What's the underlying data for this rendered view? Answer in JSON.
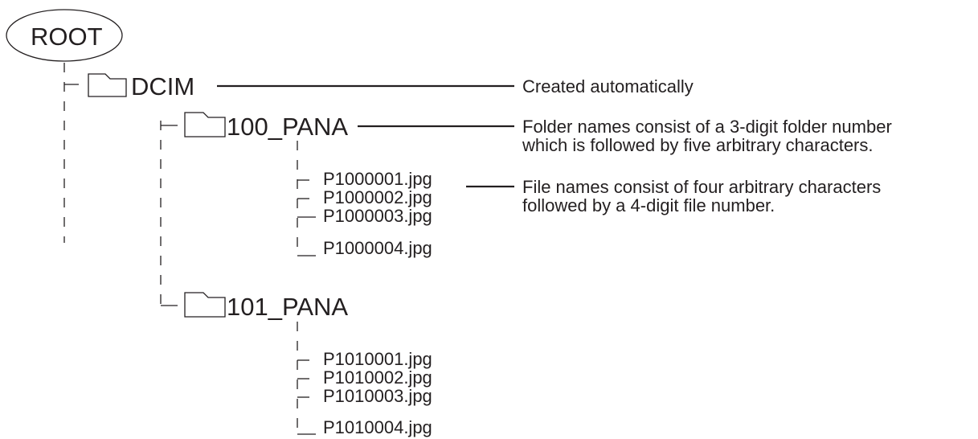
{
  "root": {
    "label": "ROOT"
  },
  "dcim": {
    "label": "DCIM",
    "note": "Created automatically"
  },
  "folder_100": {
    "label": "100_PANA",
    "note_line1": "Folder names consist of a 3-digit folder number",
    "note_line2": "which is followed by five arbitrary characters.",
    "files": [
      "P1000001.jpg",
      "P1000002.jpg",
      "P1000003.jpg",
      "P1000004.jpg"
    ],
    "file_note_line1": "File names consist of four arbitrary characters",
    "file_note_line2": "followed by a 4-digit file number."
  },
  "folder_101": {
    "label": "101_PANA",
    "files": [
      "P1010001.jpg",
      "P1010002.jpg",
      "P1010003.jpg",
      "P1010004.jpg"
    ]
  },
  "colors": {
    "ink": "#231f20",
    "background": "#ffffff"
  },
  "icons": {
    "folder": "folder-icon"
  }
}
